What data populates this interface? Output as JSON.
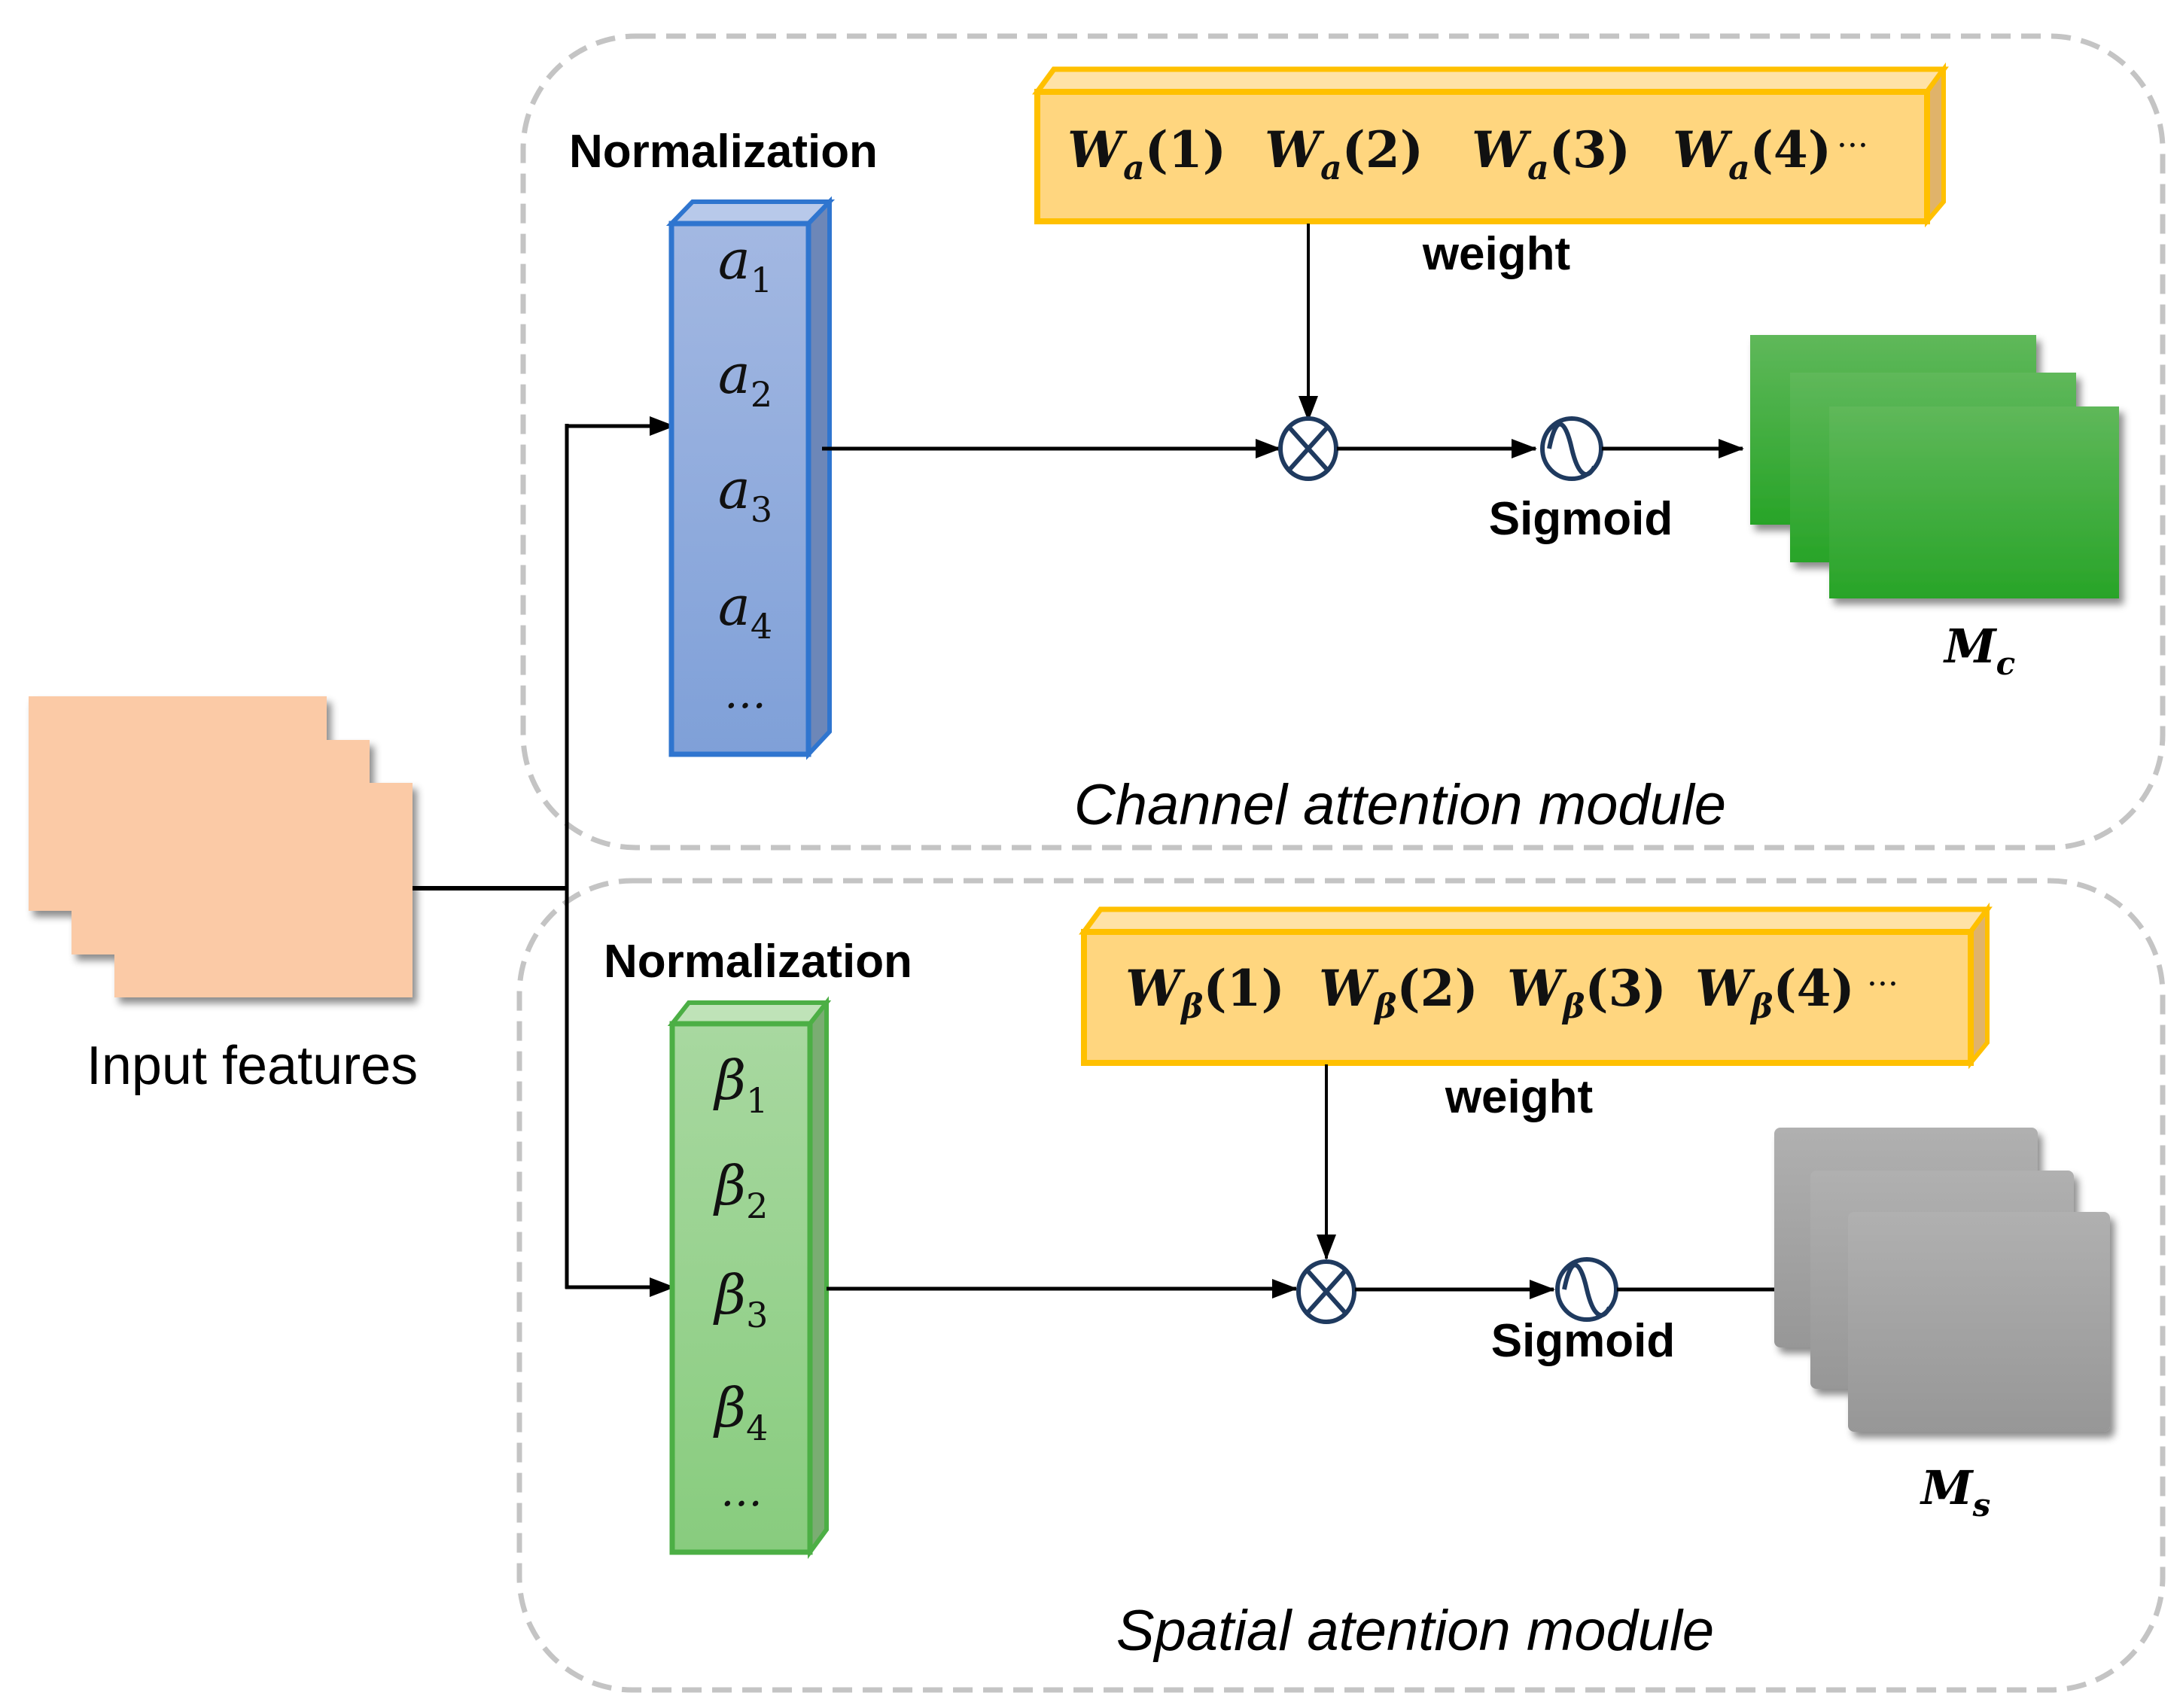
{
  "input": {
    "label": "Input features",
    "color": "#fbcaa6"
  },
  "channel_module": {
    "title": "Channel attention module",
    "normalization_label": "Normalization",
    "weight_label": "weight",
    "sigmoid_label": "Sigmoid",
    "output_label": "M",
    "output_sub": "c",
    "column_color": "#8eaadb",
    "column_border": "#2f75cf",
    "output_color": "#3cb035",
    "elements": [
      {
        "sym": "a",
        "sub": "1"
      },
      {
        "sym": "a",
        "sub": "2"
      },
      {
        "sym": "a",
        "sub": "3"
      },
      {
        "sym": "a",
        "sub": "4"
      },
      {
        "sym": "…",
        "sub": ""
      }
    ],
    "weights": [
      {
        "sym": "W",
        "sub": "a",
        "arg": "(1)"
      },
      {
        "sym": "W",
        "sub": "a",
        "arg": "(2)"
      },
      {
        "sym": "W",
        "sub": "a",
        "arg": "(3)"
      },
      {
        "sym": "W",
        "sub": "a",
        "arg": "(4)"
      }
    ],
    "weights_ellipsis": "···"
  },
  "spatial_module": {
    "title": "Spatial atention module",
    "normalization_label": "Normalization",
    "weight_label": "weight",
    "sigmoid_label": "Sigmoid",
    "output_label": "M",
    "output_sub": "s",
    "column_color": "#9dd394",
    "column_border": "#4caf45",
    "output_color": "#a6a6a6",
    "elements": [
      {
        "sym": "β",
        "sub": "1"
      },
      {
        "sym": "β",
        "sub": "2"
      },
      {
        "sym": "β",
        "sub": "3"
      },
      {
        "sym": "β",
        "sub": "4"
      },
      {
        "sym": "…",
        "sub": ""
      }
    ],
    "weights": [
      {
        "sym": "W",
        "sub": "β",
        "arg": "(1)"
      },
      {
        "sym": "W",
        "sub": "β",
        "arg": "(2)"
      },
      {
        "sym": "W",
        "sub": "β",
        "arg": "(3)"
      },
      {
        "sym": "W",
        "sub": "β",
        "arg": "(4)"
      }
    ],
    "weights_ellipsis": "···"
  },
  "weight_bar_color": "#ffd67f",
  "weight_bar_border": "#ffc000",
  "operator_color": "#1f3a5f"
}
